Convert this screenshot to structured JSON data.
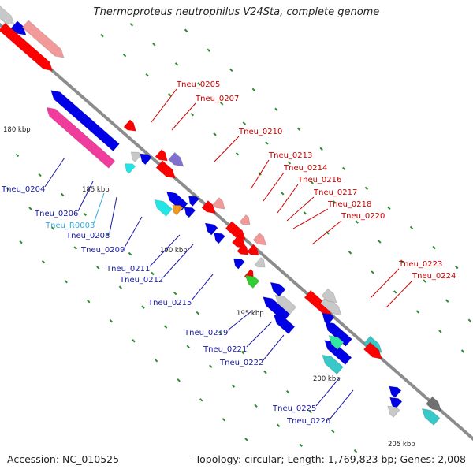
{
  "title": "Thermoproteus neutrophilus V24Sta, complete genome",
  "accession": "Accession: NC_010525",
  "topology": "Topology: circular; Length: 1,769,823 bp; Genes: 2,008",
  "colors": {
    "backbone": "#8c8c8c",
    "tick": "#2e8b2e",
    "forward_label": "#cc0000",
    "reverse_label": "#1a1aa6",
    "rna_label": "#33aadd",
    "red": "#ff0000",
    "pink": "#f29a9a",
    "blue": "#0000e6",
    "magenta": "#f03c9c",
    "cyan": "#22e6e6",
    "teal": "#38c8c8",
    "grey": "#c8c8c8",
    "dark_grey": "#707070",
    "orange": "#f0961e",
    "green": "#33cc33",
    "purple": "#8070d0",
    "mint": "#33e8a0"
  },
  "kbp_labels": [
    "180 kbp",
    "185 kbp",
    "190 kbp",
    "195 kbp",
    "200 kbp",
    "205 kbp"
  ],
  "forward_genes": [
    "Tneu_0205",
    "Tneu_0207",
    "Tneu_0210",
    "Tneu_0213",
    "Tneu_0214",
    "Tneu_0216",
    "Tneu_0217",
    "Tneu_0218",
    "Tneu_0220",
    "Tneu_0223",
    "Tneu_0224"
  ],
  "reverse_genes": [
    "Tneu_0204",
    "Tneu_0206",
    "Tneu_R0003",
    "Tneu_0208",
    "Tneu_0209",
    "Tneu_0211",
    "Tneu_0212",
    "Tneu_0215",
    "Tneu_0219",
    "Tneu_0221",
    "Tneu_0222",
    "Tneu_0225",
    "Tneu_0226"
  ]
}
